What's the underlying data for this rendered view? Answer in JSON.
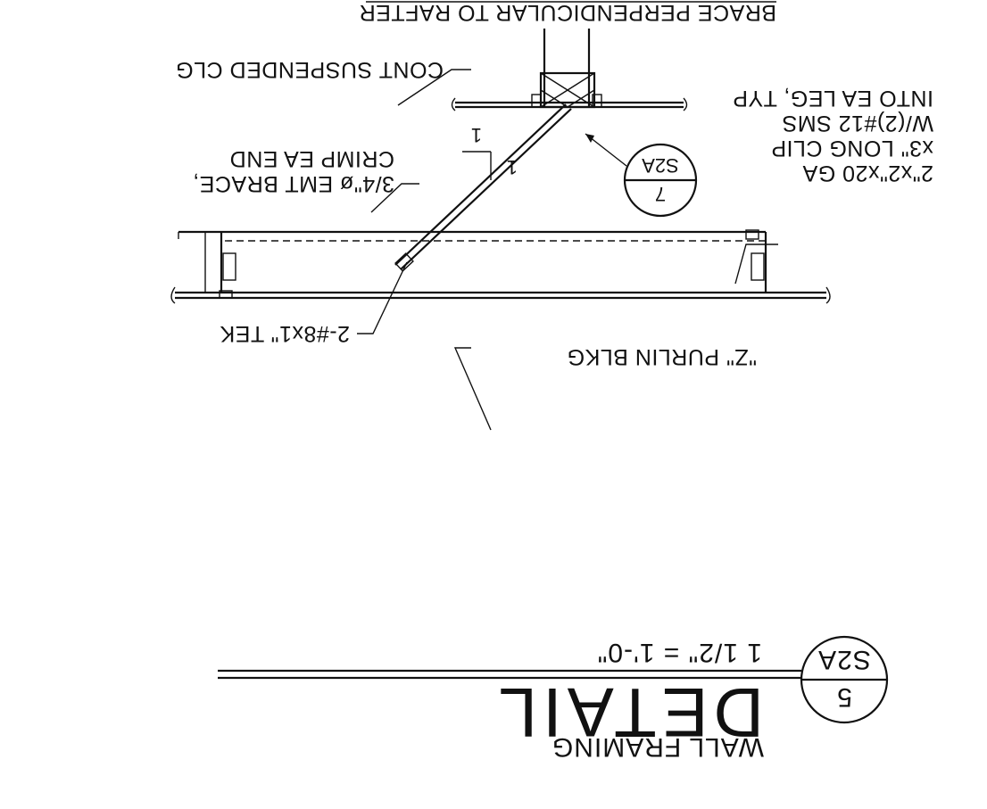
{
  "title": {
    "line1": "WALL FRAMING",
    "line2": "DETAIL",
    "scale": "1 1/2\" = 1'-0\"",
    "detail_number": "5",
    "sheet": "S2A"
  },
  "callout_bubble": {
    "detail_number": "7",
    "sheet": "S2A"
  },
  "slope": {
    "rise": "1",
    "run": "1"
  },
  "labels": {
    "brace_orientation": "BRACE PERPENDICULAR TO RAFTER",
    "ceiling": "CONT SUSPENDED CLG",
    "clip_line1": "2\"x2\"x20 GA",
    "clip_line2": "x3\" LONG CLIP",
    "clip_line3": "W/(2)#12 SMS",
    "clip_line4": "INTO EA LEG, TYP",
    "brace_line1": "3/4\"ø EMT BRACE,",
    "brace_line2": "CRIMP EA END",
    "screws": "2-#8x1\" TEK",
    "purlin": "\"Z\" PURLIN BLKG"
  }
}
